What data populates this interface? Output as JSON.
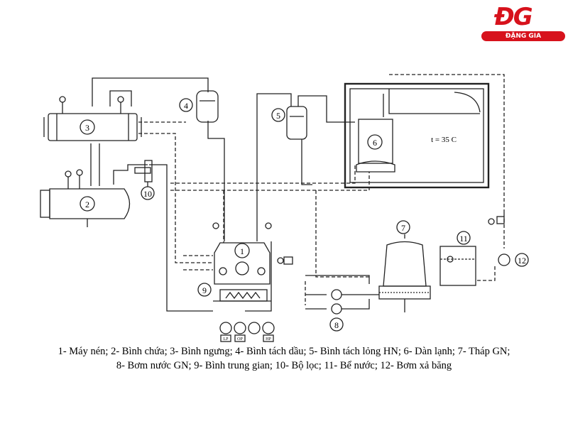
{
  "brand": {
    "mark": "ĐG",
    "name": "ĐẶNG GIA",
    "color": "#d7121c"
  },
  "labels": {
    "n1": "1",
    "n2": "2",
    "n3": "3",
    "n4": "4",
    "n5": "5",
    "n6": "6",
    "n7": "7",
    "n8": "8",
    "n9": "9",
    "n10": "10",
    "n11": "11",
    "n12": "12"
  },
  "room_temperature": "t = 35 C",
  "gauges": [
    "LP",
    "OP",
    "",
    "",
    "HP"
  ],
  "legend": {
    "line1": "1- Máy nén; 2- Bình chứa; 3- Bình ngưng; 4- Bình tách dầu; 5- Bình tách lỏng HN; 6- Dàn lạnh; 7- Tháp GN;",
    "line2": "8- Bơm nước GN; 9- Bình trung gian; 10- Bộ lọc; 11- Bể nước; 12- Bơm xả băng"
  }
}
